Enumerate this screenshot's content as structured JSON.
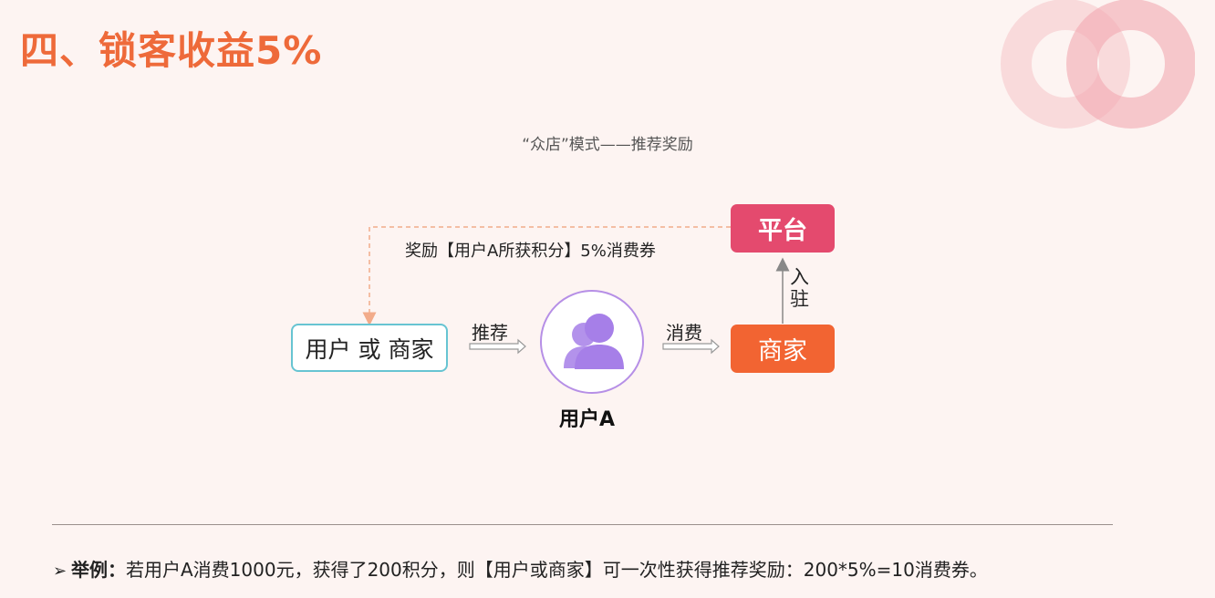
{
  "title": "四、锁客收益5%",
  "subtitle": "“众店”模式——推荐奖励",
  "nodes": {
    "user_or_merchant": "用户 或 商家",
    "platform": "平台",
    "merchant": "商家",
    "user_a": "用户A"
  },
  "edges": {
    "reward": "奖励【用户A所获积分】5%消费券",
    "recommend": "推荐",
    "consume": "消费",
    "enter": "入驻"
  },
  "example": {
    "bullet": "➢",
    "label": "举例：",
    "text": "若用户A消费1000元，获得了200积分，则【用户或商家】可一次性获得推荐奖励：200*5%=10消费券。"
  },
  "colors": {
    "title": "#ee6a3a",
    "platform": "#e44a6e",
    "merchant": "#f26432",
    "user_box_border": "#67c4d2",
    "avatar": "#a67fe8",
    "dashed_line": "#f2ab8a"
  }
}
